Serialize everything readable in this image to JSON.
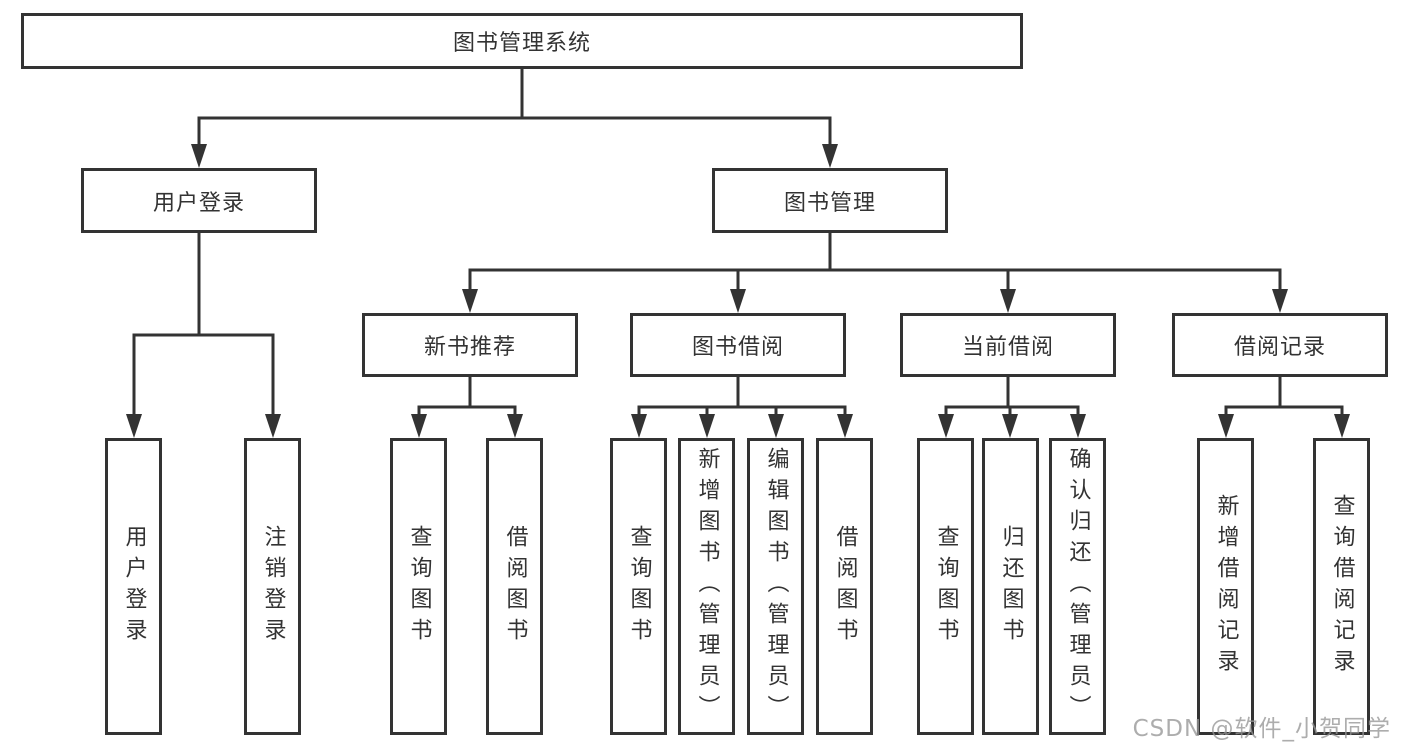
{
  "tree": {
    "label": "图书管理系统",
    "children": [
      {
        "label": "用户登录",
        "children": [
          {
            "label": "用户登录"
          },
          {
            "label": "注销登录"
          }
        ]
      },
      {
        "label": "图书管理",
        "children": [
          {
            "label": "新书推荐",
            "children": [
              {
                "label": "查询图书"
              },
              {
                "label": "借阅图书"
              }
            ]
          },
          {
            "label": "图书借阅",
            "children": [
              {
                "label": "查询图书"
              },
              {
                "label": "新增图书（管理员）"
              },
              {
                "label": "编辑图书（管理员）"
              },
              {
                "label": "借阅图书"
              }
            ]
          },
          {
            "label": "当前借阅",
            "children": [
              {
                "label": "查询图书"
              },
              {
                "label": "归还图书"
              },
              {
                "label": "确认归还（管理员）"
              }
            ]
          },
          {
            "label": "借阅记录",
            "children": [
              {
                "label": "新增借阅记录"
              },
              {
                "label": "查询借阅记录"
              }
            ]
          }
        ]
      }
    ]
  },
  "watermark": {
    "text": "CSDN @软件_小贺同学"
  },
  "colors": {
    "line": "#333333",
    "border": "#333333",
    "text": "#333333",
    "background": "#ffffff",
    "watermark": "#969696"
  }
}
